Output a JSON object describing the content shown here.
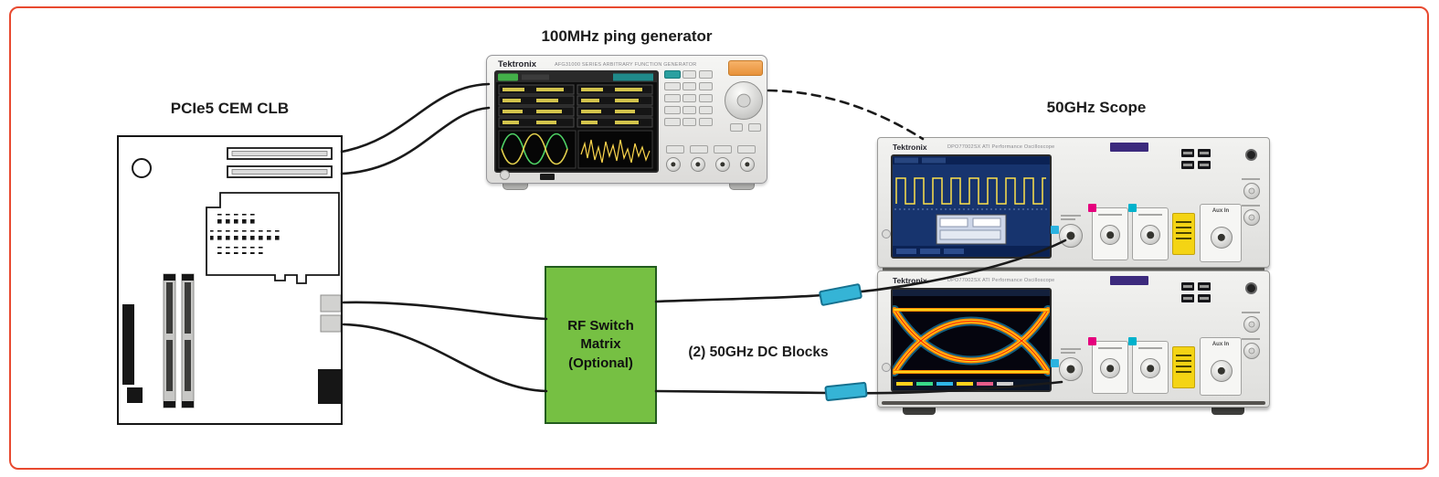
{
  "figure": {
    "border_color": "#e8492f",
    "background": "#ffffff"
  },
  "labels": {
    "board": "PCIe5 CEM CLB",
    "generator": "100MHz ping generator",
    "scope": "50GHz Scope",
    "dc_blocks": "(2) 50GHz DC Blocks"
  },
  "rf_switch": {
    "lines": [
      "RF Switch",
      "Matrix",
      "(Optional)"
    ],
    "fill_color": "#76c043"
  },
  "generator": {
    "brand": "Tektronix",
    "model": "AFG31000 SERIES  ARBITRARY FUNCTION GENERATOR"
  },
  "scope": {
    "brand": "Tektronix",
    "model": "DPO77002SX  ATI Performance Oscilloscope",
    "aux_label": "Aux In"
  },
  "dc_block": {
    "fill_color": "#35b4d6"
  },
  "wire_color": "#1a1a1a"
}
